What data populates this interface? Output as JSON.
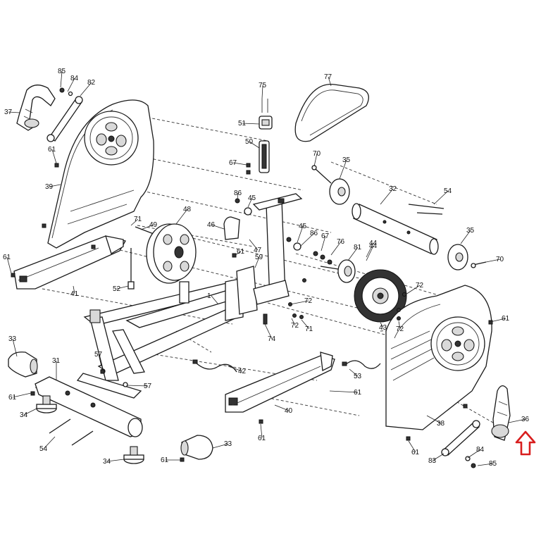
{
  "diagram": {
    "labels": [
      "85",
      "84",
      "82",
      "37",
      "61",
      "39",
      "75",
      "51",
      "50",
      "67",
      "77",
      "70",
      "35",
      "32",
      "54",
      "86",
      "45",
      "48",
      "46",
      "71",
      "49",
      "47",
      "59",
      "45",
      "86",
      "67",
      "76",
      "81",
      "44",
      "35",
      "70",
      "61",
      "52",
      "41",
      "61",
      "1",
      "72",
      "44",
      "72",
      "72",
      "43",
      "71",
      "72",
      "74",
      "61",
      "33",
      "31",
      "57",
      "42",
      "53",
      "57",
      "61",
      "34",
      "54",
      "40",
      "61",
      "61",
      "34",
      "33",
      "61",
      "38",
      "83",
      "84",
      "85",
      "36",
      "61"
    ],
    "accent_color": "#d81e1e"
  }
}
